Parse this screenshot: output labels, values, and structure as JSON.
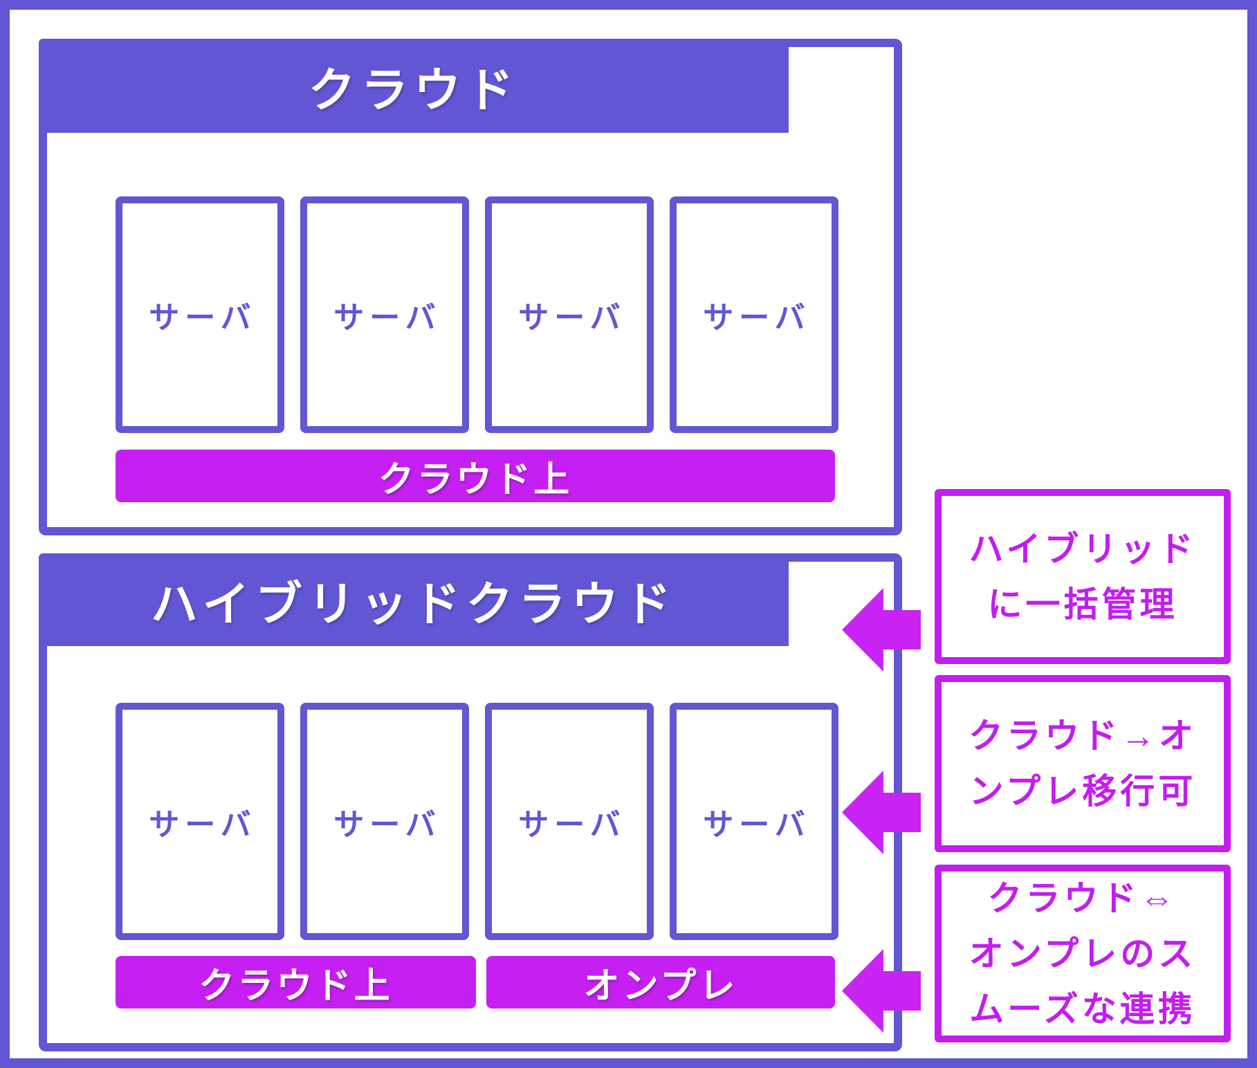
{
  "colors": {
    "purple": "#6156d3",
    "magenta": "#c61ff2",
    "arrow_magenta": "#c924f3",
    "callout_magenta": "#c31df0",
    "background": "#ffffff",
    "text_on_fill": "#ffffff"
  },
  "cloud_box": {
    "title": "クラウド",
    "servers": [
      "サーバ",
      "サーバ",
      "サーバ",
      "サーバ"
    ],
    "bar_label": "クラウド上"
  },
  "hybrid_box": {
    "title": "ハイブリッドクラウド",
    "servers": [
      "サーバ",
      "サーバ",
      "サーバ",
      "サーバ"
    ],
    "bar_labels": [
      "クラウド上",
      "オンプレ"
    ]
  },
  "callouts": [
    {
      "lines": [
        "ハイブリッド",
        "に一括管理"
      ]
    },
    {
      "lines": [
        "クラウド→オ",
        "ンプレ移行可"
      ]
    },
    {
      "lines": [
        "クラウド⇔",
        "オンプレのス",
        "ムーズな連携"
      ]
    }
  ]
}
